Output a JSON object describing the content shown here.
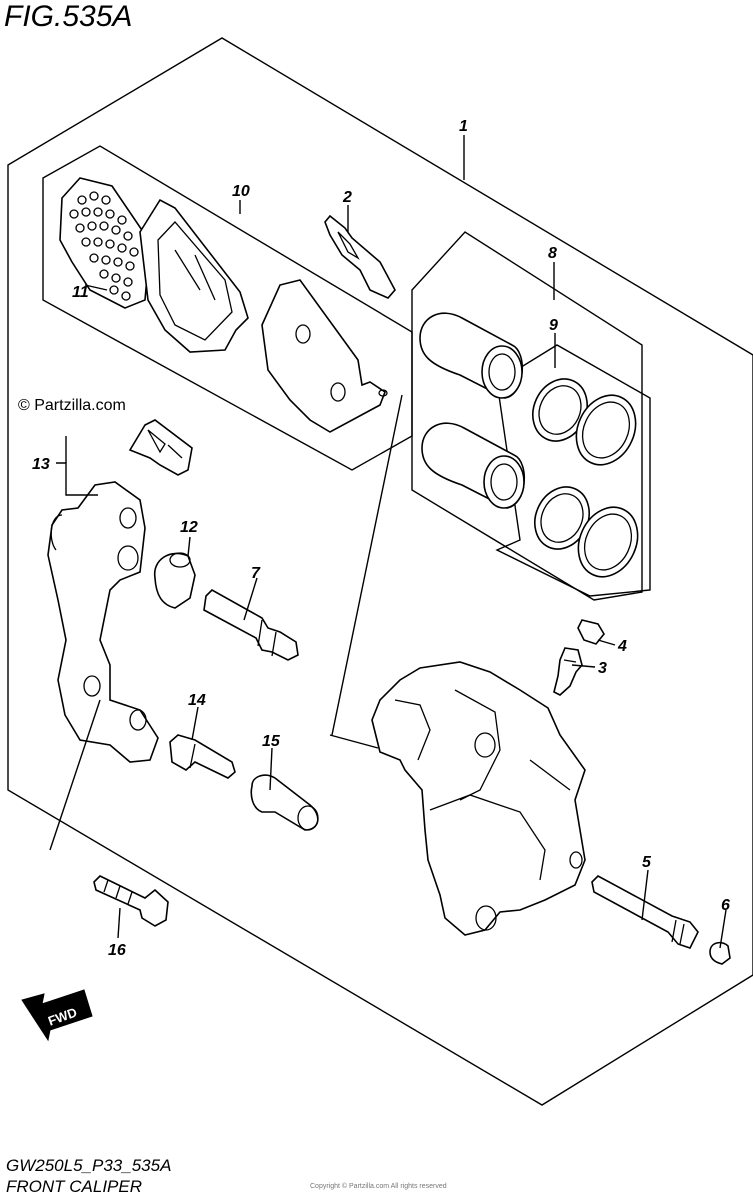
{
  "figure": {
    "title": "FIG.535A",
    "code": "GW250L5_P33_535A",
    "description": "FRONT CALIPER",
    "watermark": "© Partzilla.com",
    "footer_note": "Copyright © Partzilla.com All rights reserved",
    "fwd_label": "FWD"
  },
  "callouts": [
    {
      "id": "c1",
      "label": "1"
    },
    {
      "id": "c2",
      "label": "2"
    },
    {
      "id": "c3",
      "label": "3"
    },
    {
      "id": "c4",
      "label": "4"
    },
    {
      "id": "c5",
      "label": "5"
    },
    {
      "id": "c6",
      "label": "6"
    },
    {
      "id": "c7",
      "label": "7"
    },
    {
      "id": "c8",
      "label": "8"
    },
    {
      "id": "c9",
      "label": "9"
    },
    {
      "id": "c10",
      "label": "10"
    },
    {
      "id": "c11",
      "label": "11"
    },
    {
      "id": "c12",
      "label": "12"
    },
    {
      "id": "c13",
      "label": "13"
    },
    {
      "id": "c14",
      "label": "14"
    },
    {
      "id": "c15",
      "label": "15"
    },
    {
      "id": "c16",
      "label": "16"
    }
  ]
}
